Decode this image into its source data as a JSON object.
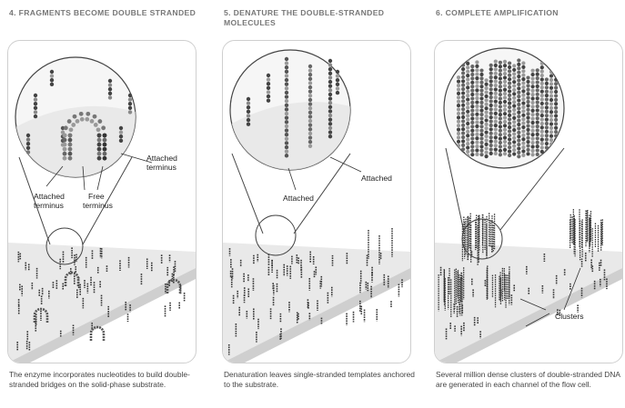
{
  "panels": [
    {
      "title": "4. FRAGMENTS BECOME DOUBLE STRANDED",
      "caption": "The enzyme incorporates nucleotides to build double-stranded bridges on the solid-phase substrate.",
      "labels": {
        "attached_left_line1": "Attached",
        "attached_left_line2": "terminus",
        "free_line1": "Free",
        "free_line2": "terminus",
        "attached_right_line1": "Attached",
        "attached_right_line2": "terminus"
      }
    },
    {
      "title": "5. DENATURE THE DOUBLE-STRANDED MOLECULES",
      "caption": "Denaturation leaves single-stranded templates anchored to the substrate.",
      "labels": {
        "attached_left": "Attached",
        "attached_right": "Attached"
      }
    },
    {
      "title": "6. COMPLETE AMPLIFICATION",
      "caption": "Several million dense clusters of double-stranded DNA are generated in each channel of the flow cell.",
      "labels": {
        "clusters": "Clusters"
      }
    }
  ]
}
